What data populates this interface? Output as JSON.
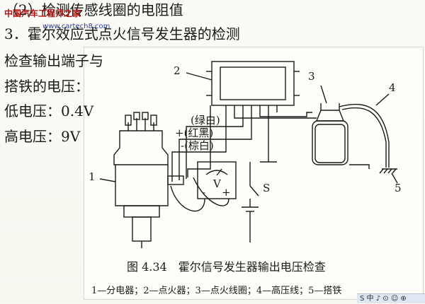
{
  "slide": {
    "line1": "（2）检测传感线圈的电阻值",
    "line2": "3．霍尔效应式点火信号发生器的检测",
    "line3": "检查输出端子与",
    "line4": "搭铁的电压：",
    "line5": "低电压：0.4V",
    "line6": "高电压：9V"
  },
  "watermark": {
    "name": "中国汽车工程师之家",
    "url": "www.cartech8.com"
  },
  "diagram": {
    "wire_labels": [
      "(绿白)",
      "+(红黑)",
      "-(棕白)"
    ],
    "numbers": [
      "1",
      "2",
      "3",
      "4",
      "5"
    ],
    "switch_label": "S",
    "meter_label": "V",
    "meter_minus": "-",
    "meter_plus": "+",
    "caption": "图 4.34　霍尔信号发生器输出电压检查",
    "legend": "1—分电器；2—点火器；3—点火线圈；4—高压线；5—搭铁"
  },
  "tray": {
    "text": "S 中 ♪ ⊙ ☺ ⊕"
  }
}
